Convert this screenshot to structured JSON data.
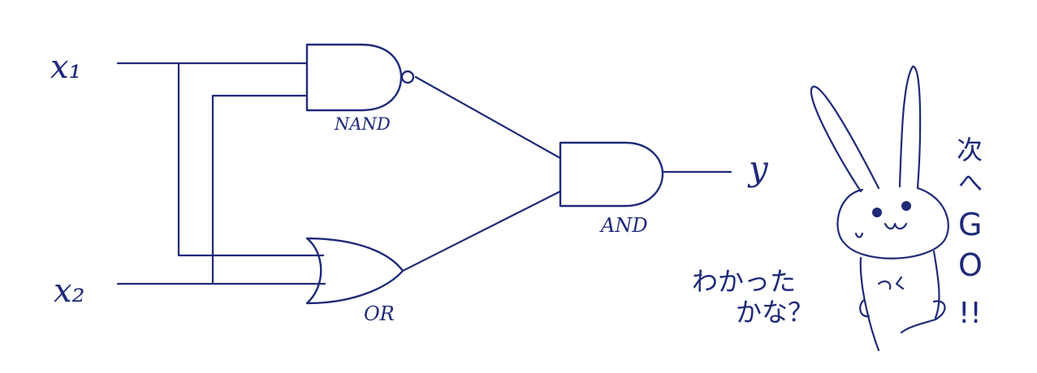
{
  "inputs": {
    "x1_label": "x₁",
    "x2_label": "x₂"
  },
  "gates": {
    "nand_label": "NAND",
    "or_label": "OR",
    "and_label": "AND"
  },
  "output": {
    "y_label": "y"
  },
  "mascot": {
    "speech_line1": "わかった",
    "speech_line2": "かな？",
    "vertical_text": [
      "次",
      "へ",
      "G",
      "O",
      "!!"
    ]
  },
  "colors": {
    "ink": "#1e2a78",
    "background": "#ffffff"
  }
}
